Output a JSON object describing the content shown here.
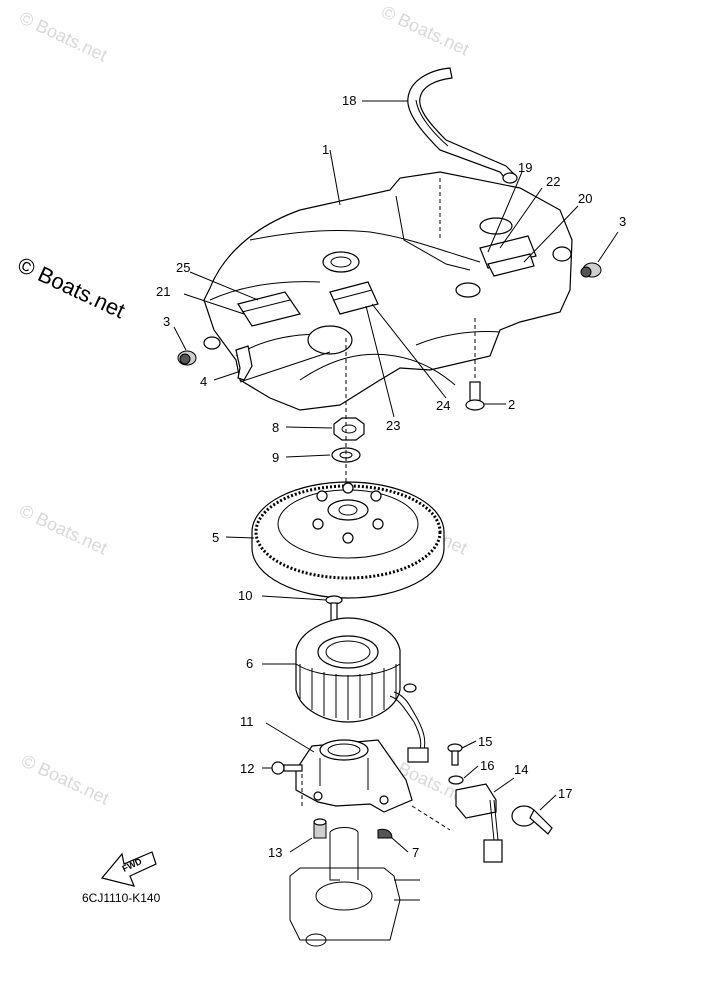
{
  "watermark_text": "© Boats.net",
  "diagram_code": "6CJ1110-K140",
  "fwd_label": "FWD",
  "callouts": [
    "1",
    "2",
    "3",
    "3",
    "4",
    "5",
    "6",
    "7",
    "8",
    "9",
    "10",
    "11",
    "12",
    "13",
    "14",
    "15",
    "16",
    "17",
    "18",
    "19",
    "20",
    "21",
    "22",
    "23",
    "24",
    "25"
  ]
}
